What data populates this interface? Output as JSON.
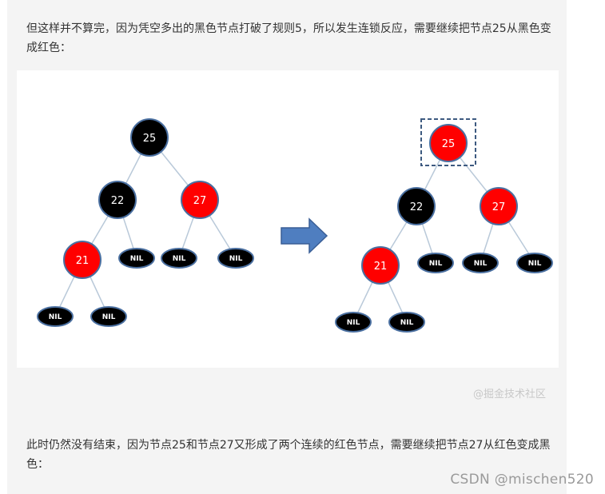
{
  "article": {
    "paragraph_1": "但这样并不算完，因为凭空多出的黑色节点打破了规则5，所以发生连锁反应，需要继续把节点25从黑色变成红色：",
    "paragraph_2": "此时仍然没有结束，因为节点25和节点27又形成了两个连续的红色节点，需要继续把节点27从红色变成黑色："
  },
  "figure": {
    "left_tree": {
      "root": "25",
      "left": "22",
      "right": "27",
      "left_left": "21",
      "nil": "NIL"
    },
    "right_tree": {
      "root": "25",
      "left": "22",
      "right": "27",
      "left_left": "21",
      "nil": "NIL"
    },
    "colors": {
      "red": "#ff0000",
      "black": "#000000",
      "node_border": "#4a6fa0",
      "arrow": "#4f7ec0",
      "edge": "#b9c9d9"
    },
    "watermark": "@掘金技术社区"
  },
  "footer": {
    "csdn_watermark": "CSDN @mischen520"
  }
}
